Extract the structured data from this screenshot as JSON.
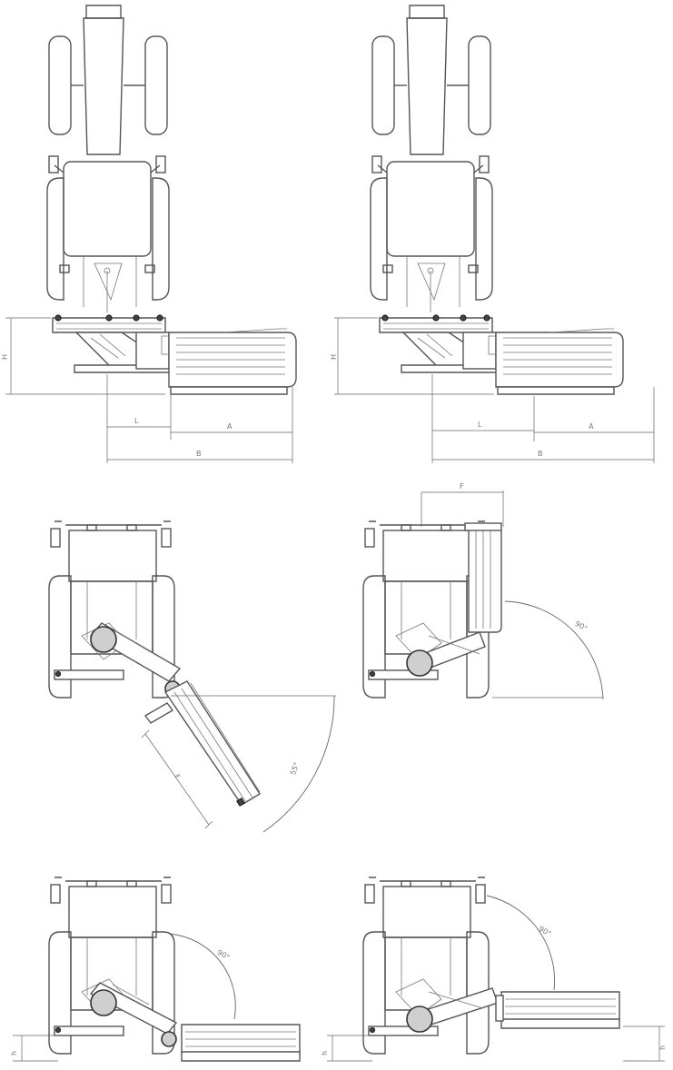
{
  "views": [
    {
      "id": "top-1",
      "labels": {
        "height": "H",
        "l": "L",
        "a": "A",
        "b": "B"
      }
    },
    {
      "id": "top-2",
      "labels": {
        "height": "H",
        "l": "L",
        "a": "A",
        "b": "B"
      }
    },
    {
      "id": "rear-tilt",
      "labels": {
        "reach": "F",
        "angle": "55°"
      }
    },
    {
      "id": "rear-vertical",
      "labels": {
        "reach": "F",
        "angle": "90°"
      }
    },
    {
      "id": "rear-low-1",
      "labels": {
        "angle": "90°",
        "h": "h"
      }
    },
    {
      "id": "rear-low-2",
      "labels": {
        "angle": "90°",
        "h": "h"
      }
    }
  ]
}
